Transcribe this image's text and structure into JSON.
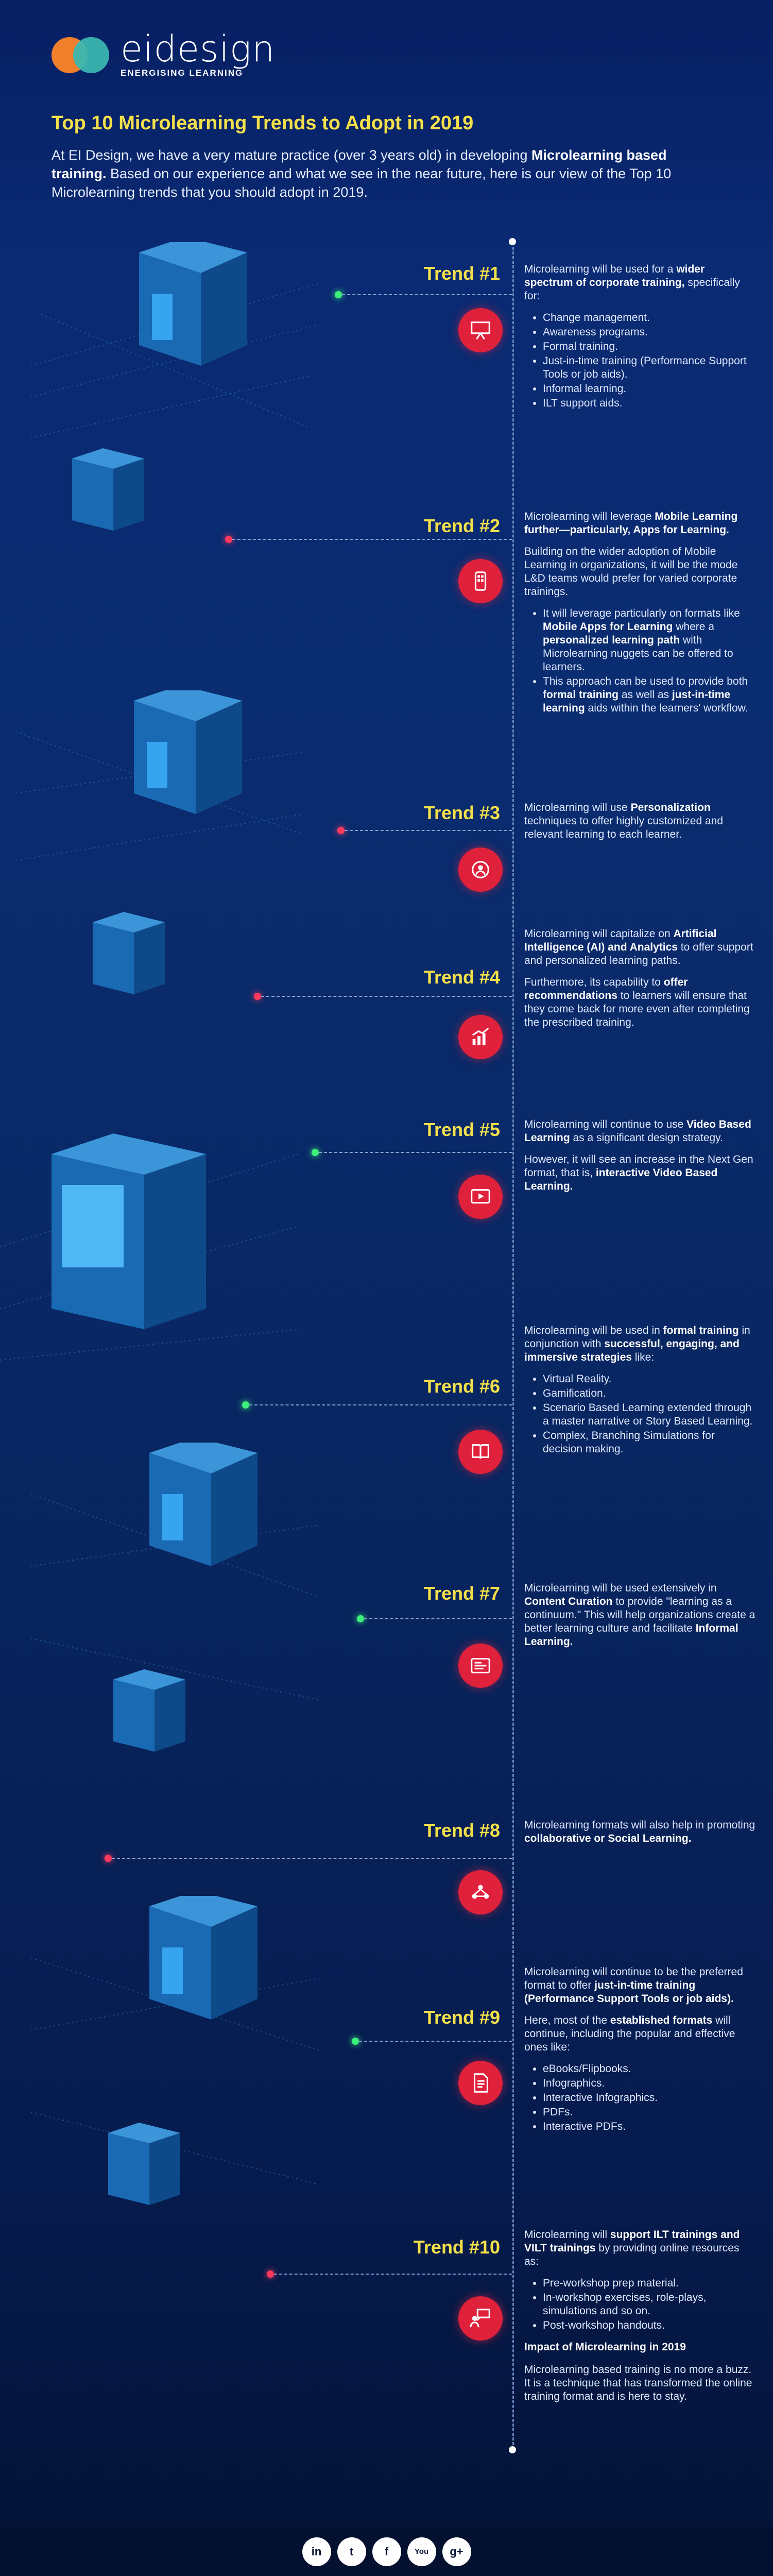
{
  "header": {
    "logo_name": "eidesign",
    "logo_tag": "ENERGISING LEARNING",
    "title": "Top 10 Microlearning Trends to Adopt in 2019",
    "intro_1": "At EI Design, we have a very mature practice (over 3 years old) in developing ",
    "intro_bold": "Microlearning based training.",
    "intro_2": " Based on our experience and what we see in the near future, here is our view of the Top 10 Microlearning trends that you should adopt in 2019."
  },
  "colors": {
    "accent_yellow": "#f4e04a",
    "icon_red": "#e0213c",
    "bg_navy": "#0a2a73"
  },
  "trends": [
    {
      "label": "Trend #1",
      "icon": "presentation-icon",
      "p1_a": "Microlearning will be used for a ",
      "p1_b": "wider spectrum of corporate training,",
      "p1_c": " specifically for:",
      "items": [
        "Change management.",
        "Awareness programs.",
        "Formal training.",
        "Just-in-time training (Performance Support Tools or job aids).",
        "Informal learning.",
        "ILT support aids."
      ]
    },
    {
      "label": "Trend #2",
      "icon": "mobile-apps-icon",
      "p1_a": "Microlearning will leverage ",
      "p1_b": "Mobile Learning further—particularly, Apps for Learning.",
      "p2": "Building on the wider adoption of Mobile Learning in organizations, it will be the mode L&D teams would prefer for varied corporate trainings.",
      "items": [
        {
          "a": "It will leverage particularly on formats like ",
          "b": "Mobile Apps for Learning",
          "c": " where a ",
          "d": "personalized learning path",
          "e": " with Microlearning nuggets can be offered to learners."
        },
        {
          "a": "This approach can be used to provide both ",
          "b": "formal training",
          "c": " as well as ",
          "d": "just-in-time learning",
          "e": " aids within the learners' workflow."
        }
      ]
    },
    {
      "label": "Trend #3",
      "icon": "personalization-icon",
      "p1_a": "Microlearning will use ",
      "p1_b": "Personalization",
      "p1_c": " techniques to offer highly customized and relevant learning to each learner."
    },
    {
      "label": "Trend #4",
      "icon": "analytics-icon",
      "p1_a": "Microlearning will capitalize on ",
      "p1_b": "Artificial Intelligence (AI) and Analytics",
      "p1_c": " to offer support and personalized learning paths.",
      "p2_a": "Furthermore, its capability to ",
      "p2_b": "offer recommendations",
      "p2_c": " to learners will ensure that they come back for more even after completing the prescribed training."
    },
    {
      "label": "Trend #5",
      "icon": "video-icon",
      "p1_a": "Microlearning will continue to use ",
      "p1_b": "Video Based Learning",
      "p1_c": " as a significant design strategy.",
      "p2_a": "However, it will see an increase in the Next Gen format, that is, ",
      "p2_b": "interactive Video Based Learning."
    },
    {
      "label": "Trend #6",
      "icon": "book-icon",
      "p1_a": "Microlearning will be used in ",
      "p1_b": "formal training",
      "p1_c": " in conjunction with ",
      "p1_d": "successful, engaging, and immersive strategies",
      "p1_e": " like:",
      "items": [
        "Virtual Reality.",
        "Gamification.",
        "Scenario Based Learning extended through a master narrative or Story Based Learning.",
        "Complex, Branching Simulations for decision making."
      ]
    },
    {
      "label": "Trend #7",
      "icon": "content-curation-icon",
      "p1_a": "Microlearning will be used extensively in ",
      "p1_b": "Content Curation",
      "p1_c": " to provide \"learning as a continuum.\" This will help organizations create a better learning culture and facilitate ",
      "p1_d": "Informal Learning."
    },
    {
      "label": "Trend #8",
      "icon": "social-learning-icon",
      "p1_a": "Microlearning formats will also help in promoting ",
      "p1_b": "collaborative or Social Learning."
    },
    {
      "label": "Trend #9",
      "icon": "document-icon",
      "p1_a": "Microlearning will continue to be the preferred format to offer ",
      "p1_b": "just-in-time training (Performance Support Tools or job aids).",
      "p2_a": "Here, most of the ",
      "p2_b": "established formats",
      "p2_c": " will continue, including the popular and effective ones like:",
      "items": [
        "eBooks/Flipbooks.",
        "Infographics.",
        "Interactive Infographics.",
        "PDFs.",
        "Interactive PDFs."
      ]
    },
    {
      "label": "Trend #10",
      "icon": "ilt-training-icon",
      "p1_a": "Microlearning will ",
      "p1_b": "support ILT trainings and VILT trainings",
      "p1_c": " by providing online resources as:",
      "items": [
        "Pre-workshop prep material.",
        "In-workshop exercises, role-plays, simulations and so on.",
        "Post-workshop handouts."
      ],
      "impact_title": "Impact of Microlearning in 2019",
      "impact_text": "Microlearning based training is no more a buzz. It is a technique that has transformed the online training format and is here to stay."
    }
  ],
  "footer": {
    "social": [
      {
        "name": "linkedin-icon",
        "glyph": "in"
      },
      {
        "name": "twitter-icon",
        "glyph": "t"
      },
      {
        "name": "facebook-icon",
        "glyph": "f"
      },
      {
        "name": "youtube-icon",
        "glyph": "You"
      },
      {
        "name": "googleplus-icon",
        "glyph": "g+"
      }
    ]
  }
}
